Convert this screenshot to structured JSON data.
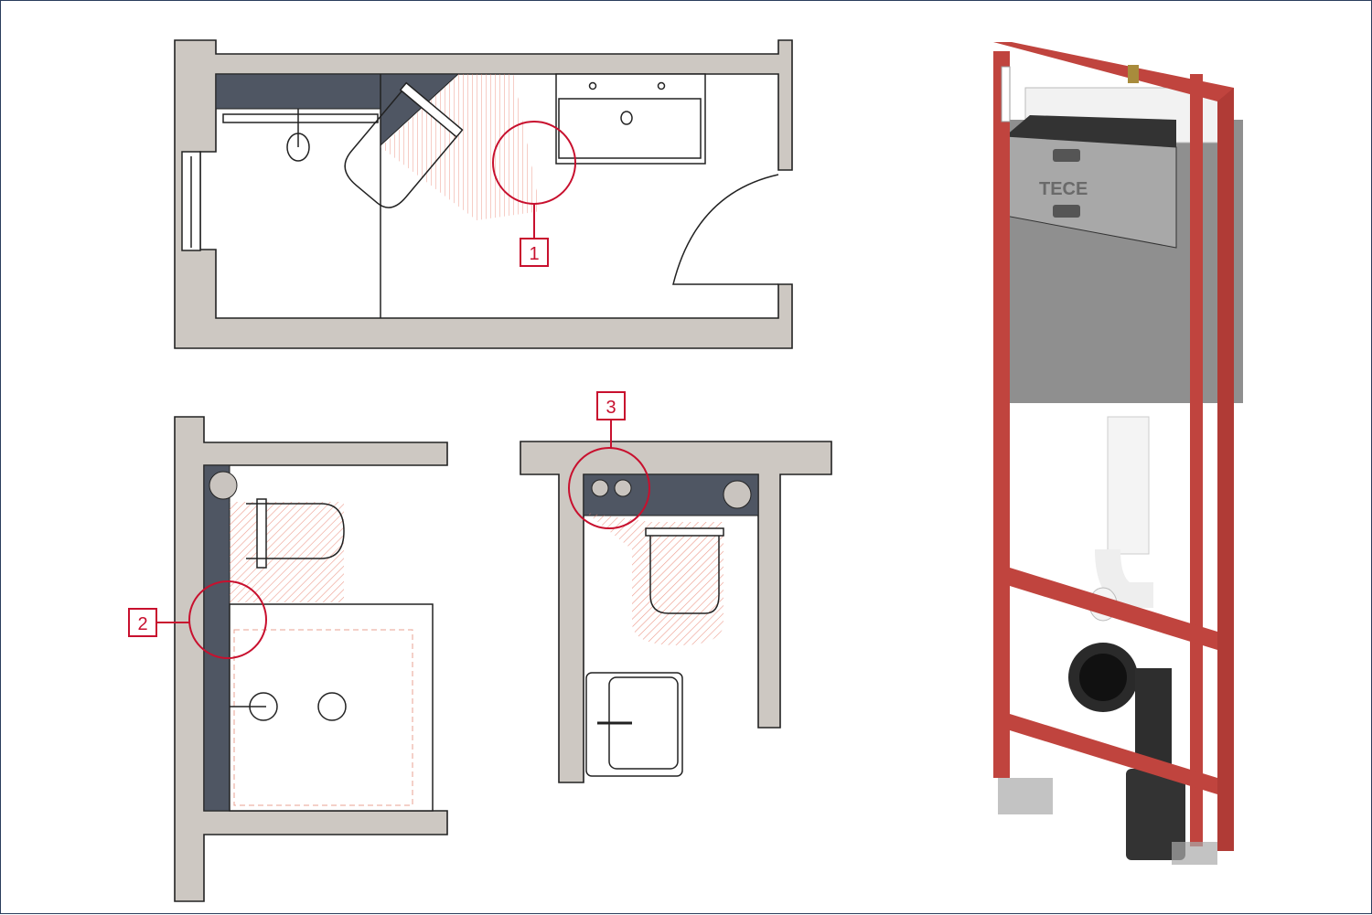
{
  "callouts": [
    {
      "label": "1"
    },
    {
      "label": "2"
    },
    {
      "label": "3"
    }
  ],
  "product": {
    "logo": "TECE"
  },
  "colors": {
    "wall": "#cdc8c2",
    "installation_panel": "#4f5663",
    "highlight": "#c8102e",
    "frame_red": "#c0443e",
    "tank_gray": "#8f8f8f",
    "border": "#2a3d5c"
  }
}
